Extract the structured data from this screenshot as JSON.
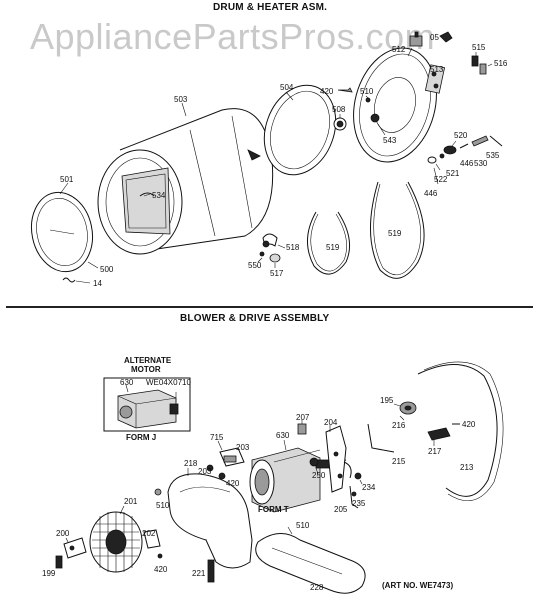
{
  "watermark": "AppliancePartsPros.com",
  "sections": {
    "top_title": "DRUM & HEATER ASM.",
    "bottom_title": "BLOWER & DRIVE ASSEMBLY"
  },
  "drum_labels": {
    "l501": "501",
    "l500": "500",
    "l14": "14",
    "l503": "503",
    "l534": "534",
    "l504": "504",
    "l420": "420",
    "l508": "508",
    "l510": "510",
    "l543": "543",
    "l512": "512",
    "l05": "05",
    "l513": "513",
    "l515": "515",
    "l516": "516",
    "l520": "520",
    "l446a": "446",
    "l530": "530",
    "l535": "535",
    "l521": "521",
    "l522": "522",
    "l446b": "446",
    "l518": "518",
    "l550": "550",
    "l517": "517",
    "l519a": "519",
    "l519b": "519"
  },
  "blower_labels": {
    "alt_motor_line1": "ALTERNATE",
    "alt_motor_line2": "MOTOR",
    "l630a": "630",
    "we_part": "WE04X0710",
    "form_j": "FORM J",
    "l715": "715",
    "l203a": "203",
    "l203b": "203",
    "l420a": "420",
    "l630b": "630",
    "l207": "207",
    "l204": "204",
    "l250": "250",
    "l218": "218",
    "l510a": "510",
    "form_t": "FORM T",
    "l234": "234",
    "l205": "205",
    "l235": "235",
    "l195": "195",
    "l216": "216",
    "l215": "215",
    "l420b": "420",
    "l217": "217",
    "l213": "213",
    "l201": "201",
    "l202": "202",
    "l200": "200",
    "l199": "199",
    "l420c": "420",
    "l221": "221",
    "l510b": "510",
    "l228": "228",
    "art_no": "(ART NO. WE7473)"
  }
}
